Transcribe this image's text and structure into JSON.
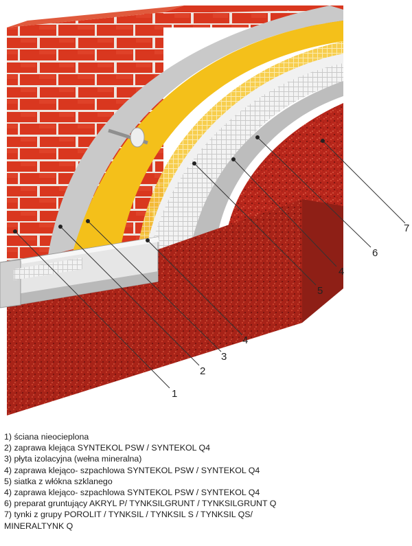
{
  "callouts": [
    {
      "num": "1"
    },
    {
      "num": "2"
    },
    {
      "num": "3"
    },
    {
      "num": "4"
    },
    {
      "num": "5"
    },
    {
      "num": "4"
    },
    {
      "num": "6"
    },
    {
      "num": "7"
    }
  ],
  "legend": [
    "1) ściana nieocieplona",
    "2) zaprawa klejąca SYNTEKOL PSW / SYNTEKOL Q4",
    "3) płyta izolacyjna (wełna mineralna)",
    "4) zaprawa klejąco- szpachlowa SYNTEKOL PSW / SYNTEKOL Q4",
    "5) siatka z włókna szklanego",
    "4) zaprawa klejąco- szpachlowa SYNTEKOL PSW / SYNTEKOL Q4",
    "6) preparat gruntujący AKRYL P/ TYNKSILGRUNT / TYNKSILGRUNT Q",
    "7) tynki z grupy POROLIT / TYNKSIL / TYNKSIL S / TYNKSIL QS/",
    "MINERALTYNK Q"
  ],
  "colors": {
    "brick": "#d9371f",
    "mortar": "#f2f2f2",
    "adhesive": "#c8c8c8",
    "insulation": "#f5c21a",
    "mesh": "#ececec",
    "primer": "#bdbdbd",
    "render": "#c8281c",
    "plinth": "#b02a1e"
  }
}
